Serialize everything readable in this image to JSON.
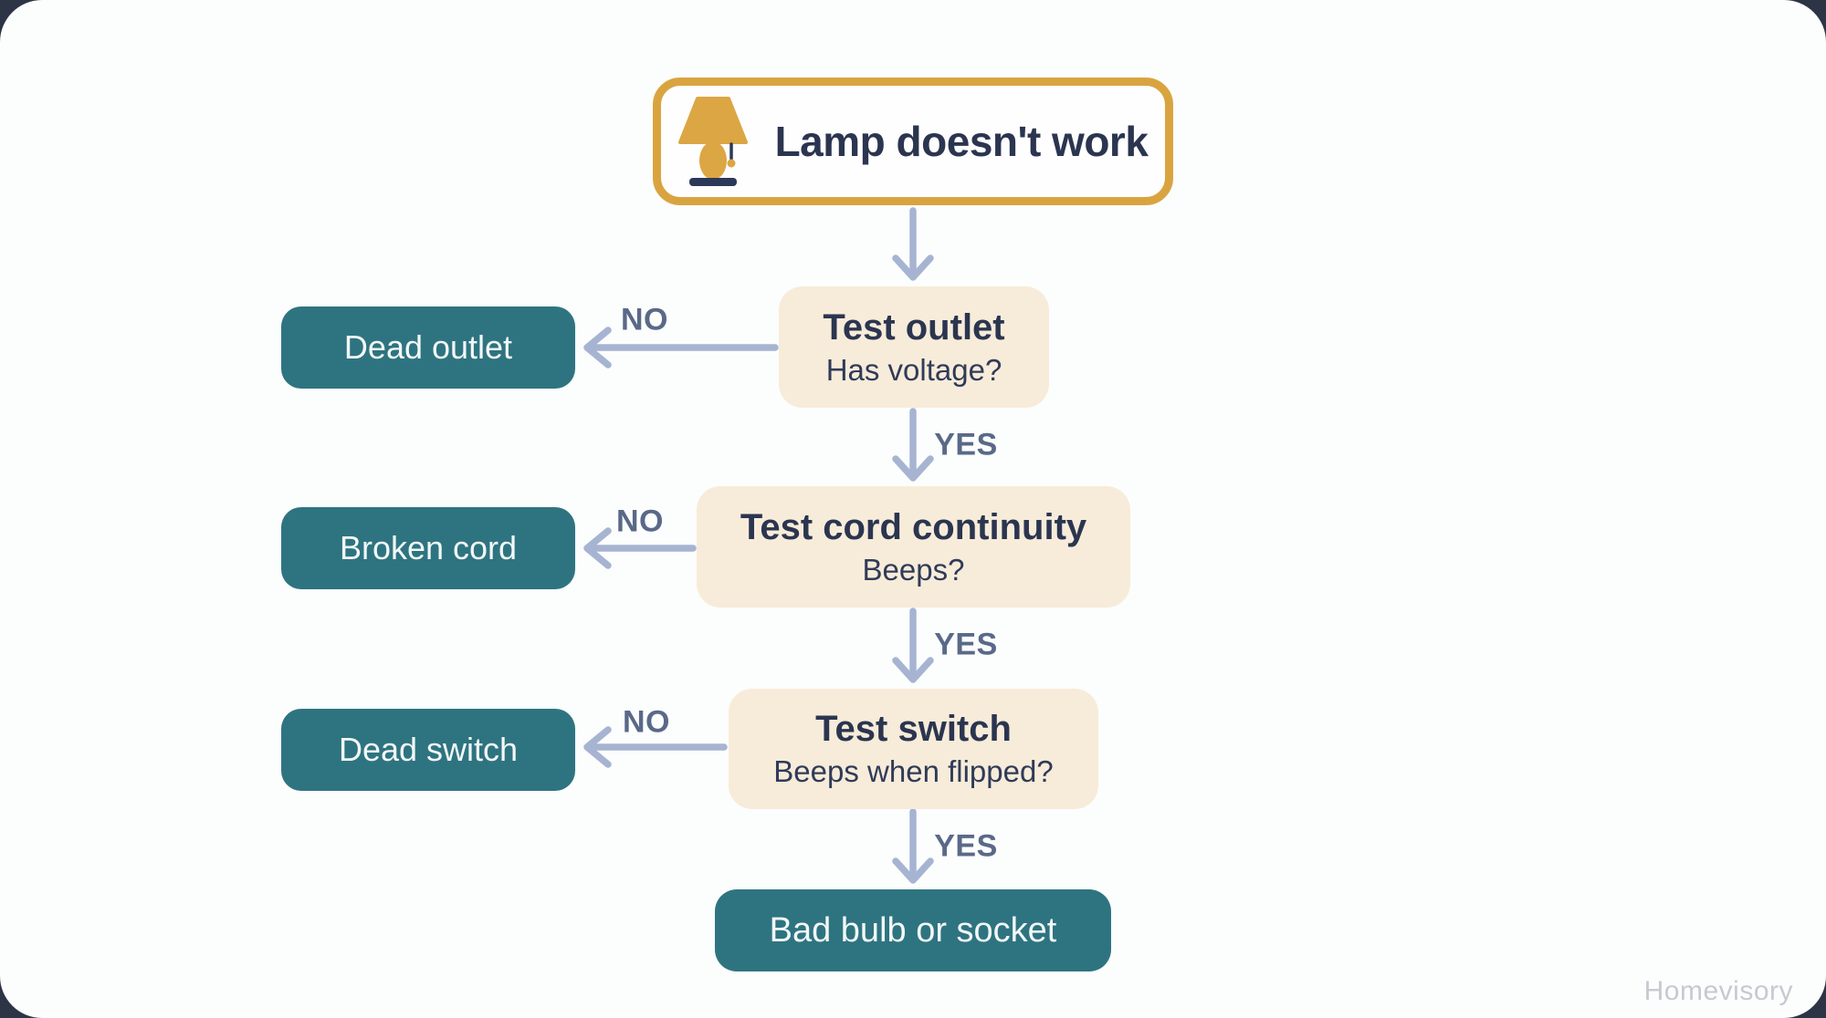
{
  "page": {
    "watermark": "Homevisory"
  },
  "colors": {
    "page_bg": "#2C3445",
    "card_bg": "#FCFDFD",
    "accent_gold": "#D9A440",
    "node_cream": "#F7ECD9",
    "node_teal": "#2E7480",
    "text_navy": "#2B3550",
    "arrow": "#A6B4D2",
    "edge_label": "#5A6988"
  },
  "flowchart": {
    "start": {
      "title": "Lamp doesn't work",
      "icon": "table-lamp-icon"
    },
    "steps": [
      {
        "title": "Test outlet",
        "question": "Has voltage?",
        "no_label": "NO",
        "yes_label": "YES",
        "no_result": "Dead outlet"
      },
      {
        "title": "Test cord continuity",
        "question": "Beeps?",
        "no_label": "NO",
        "yes_label": "YES",
        "no_result": "Broken cord"
      },
      {
        "title": "Test switch",
        "question": "Beeps when flipped?",
        "no_label": "NO",
        "yes_label": "YES",
        "no_result": "Dead switch"
      }
    ],
    "end": {
      "title": "Bad bulb or socket"
    }
  }
}
